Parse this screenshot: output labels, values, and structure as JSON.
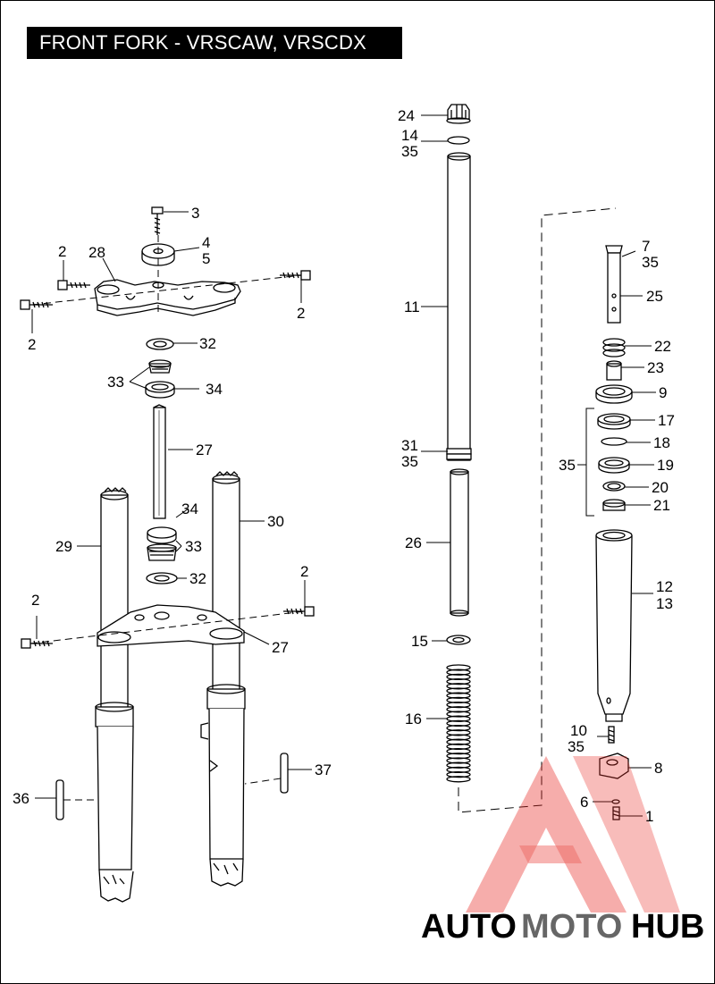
{
  "title": "FRONT FORK - VRSCAW, VRSCDX",
  "callouts": {
    "c1": "1",
    "c2a": "2",
    "c2b": "2",
    "c2c": "2",
    "c2d": "2",
    "c2e": "2",
    "c3": "3",
    "c4": "4",
    "c5": "5",
    "c6": "6",
    "c7": "7",
    "c8": "8",
    "c9": "9",
    "c10": "10",
    "c11": "11",
    "c12": "12",
    "c13": "13",
    "c14": "14",
    "c15": "15",
    "c16": "16",
    "c17": "17",
    "c18": "18",
    "c19": "19",
    "c20": "20",
    "c21": "21",
    "c22": "22",
    "c23": "23",
    "c24": "24",
    "c25": "25",
    "c26": "26",
    "c27a": "27",
    "c27b": "27",
    "c28": "28",
    "c29": "29",
    "c30": "30",
    "c31": "31",
    "c32a": "32",
    "c32b": "32",
    "c33a": "33",
    "c33b": "33",
    "c34a": "34",
    "c34b": "34",
    "c35a": "35",
    "c35b": "35",
    "c35c": "35",
    "c35d": "35",
    "c35e": "35",
    "c36": "36",
    "c37": "37"
  },
  "watermark": {
    "part1": "AUTO",
    "part2": "MOTO",
    "part3": "HUB"
  },
  "colors": {
    "watermark_red": "#e8302a",
    "watermark_orange": "#f5b731",
    "watermark_gray": "#555555"
  }
}
